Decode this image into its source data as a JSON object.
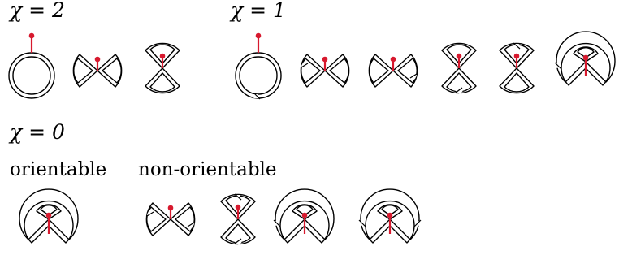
{
  "labels": {
    "chi2": "χ = 2",
    "chi1": "χ = 1",
    "chi0": "χ = 0",
    "orientable": "orientable",
    "non_orientable": "non-orientable"
  },
  "colors": {
    "root": "#d7192e",
    "band": "#000000",
    "background": "#ffffff"
  },
  "groups": [
    {
      "label": "χ = 2",
      "maps": [
        "circle",
        "bowtie",
        "hourglass"
      ]
    },
    {
      "label": "χ = 1",
      "maps": [
        "circle-twisted",
        "bowtie-twisted",
        "bowtie-twisted",
        "hourglass-twisted",
        "hourglass-twisted",
        "fan-twisted"
      ]
    },
    {
      "label": "χ = 0",
      "orientable": [
        "fan"
      ],
      "non_orientable": [
        "bowtie-twisted",
        "hourglass-twisted",
        "fan-twisted",
        "fan-twisted"
      ]
    }
  ]
}
